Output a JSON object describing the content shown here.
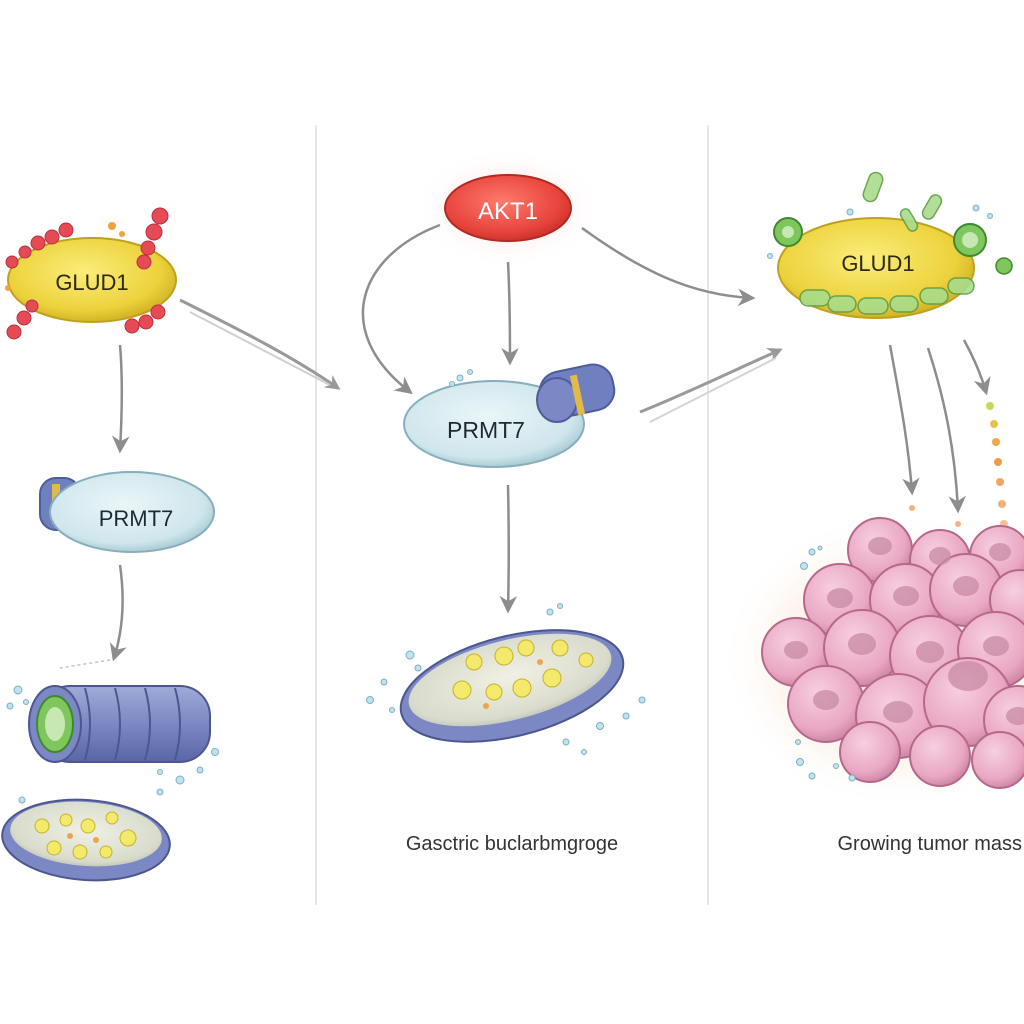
{
  "panel1": {
    "glud1_label": "GLUD1",
    "prmt7_label": "PRMT7"
  },
  "panel2": {
    "akt1_label": "AKT1",
    "prmt7_label": "PRMT7",
    "caption": "Gasctric buclarbmgroge"
  },
  "panel3": {
    "glud1_label": "GLUD1",
    "caption": "Growing tumor mass"
  },
  "colors": {
    "glud1": "#ecd23c",
    "prmt7": "#cfe6ec",
    "akt1": "#e8453c",
    "tumor": "#e9a7c3",
    "arrow": "#8d8d8d",
    "divider": "#d9d9d9"
  }
}
